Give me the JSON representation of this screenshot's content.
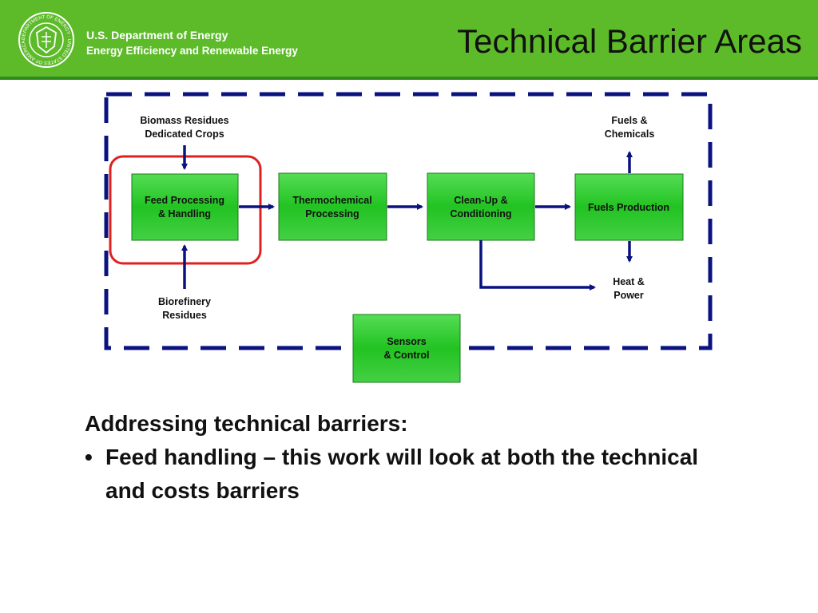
{
  "header": {
    "agency_line1": "U.S. Department of Energy",
    "agency_line2": "Energy Efficiency and Renewable Energy",
    "title": "Technical Barrier Areas",
    "seal_icon": "doe-seal-icon",
    "seal_text": "DEPARTMENT OF ENERGY · UNITED STATES OF AMERICA",
    "colors": {
      "bar": "#5dbb2a",
      "bar_edge": "#2f8a1e"
    }
  },
  "diagram": {
    "inputs": {
      "biomass": [
        "Biomass Residues",
        "Dedicated Crops"
      ],
      "biorefinery": [
        "Biorefinery",
        "Residues"
      ]
    },
    "boxes": {
      "feed": [
        "Feed Processing",
        "& Handling"
      ],
      "thermo": [
        "Thermochemical",
        "Processing"
      ],
      "cleanup": [
        "Clean-Up &",
        "Conditioning"
      ],
      "fuels": [
        "Fuels Production"
      ],
      "sensors": [
        "Sensors",
        "& Control"
      ]
    },
    "outputs": {
      "fuels_chem": [
        "Fuels &",
        "Chemicals"
      ],
      "heat_power": [
        "Heat &",
        "Power"
      ]
    },
    "colors": {
      "box": "#33cc33",
      "arrow": "#0a1280",
      "boundary": "#0a1280",
      "highlight": "#e02020"
    }
  },
  "body": {
    "heading": "Addressing technical barriers:",
    "bullet_symbol": "•",
    "bullets": [
      "Feed handling – this work will look at both the technical and costs barriers"
    ]
  }
}
